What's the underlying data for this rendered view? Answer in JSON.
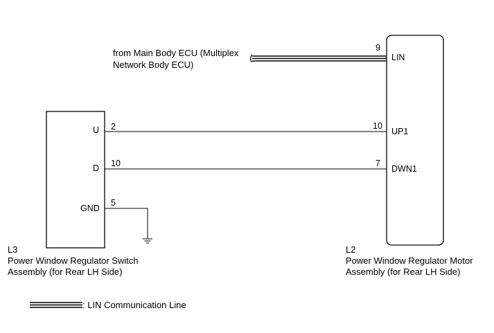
{
  "source_note": {
    "line1": "from Main Body ECU (Multiplex",
    "line2": "Network Body ECU)"
  },
  "component_left": {
    "id": "L3",
    "name_line1": "Power Window Regulator Switch",
    "name_line2": "Assembly (for Rear LH Side)",
    "terminals": {
      "u": {
        "label": "U",
        "pin": "2"
      },
      "d": {
        "label": "D",
        "pin": "10"
      },
      "gnd": {
        "label": "GND",
        "pin": "5"
      }
    }
  },
  "component_right": {
    "id": "L2",
    "name_line1": "Power Window Regulator Motor",
    "name_line2": "Assembly (for Rear LH Side)",
    "terminals": {
      "lin": {
        "label": "LIN",
        "pin": "9"
      },
      "up1": {
        "label": "UP1",
        "pin": "10"
      },
      "dwn1": {
        "label": "DWN1",
        "pin": "7"
      }
    }
  },
  "legend": {
    "label": ": LIN Communication Line"
  }
}
